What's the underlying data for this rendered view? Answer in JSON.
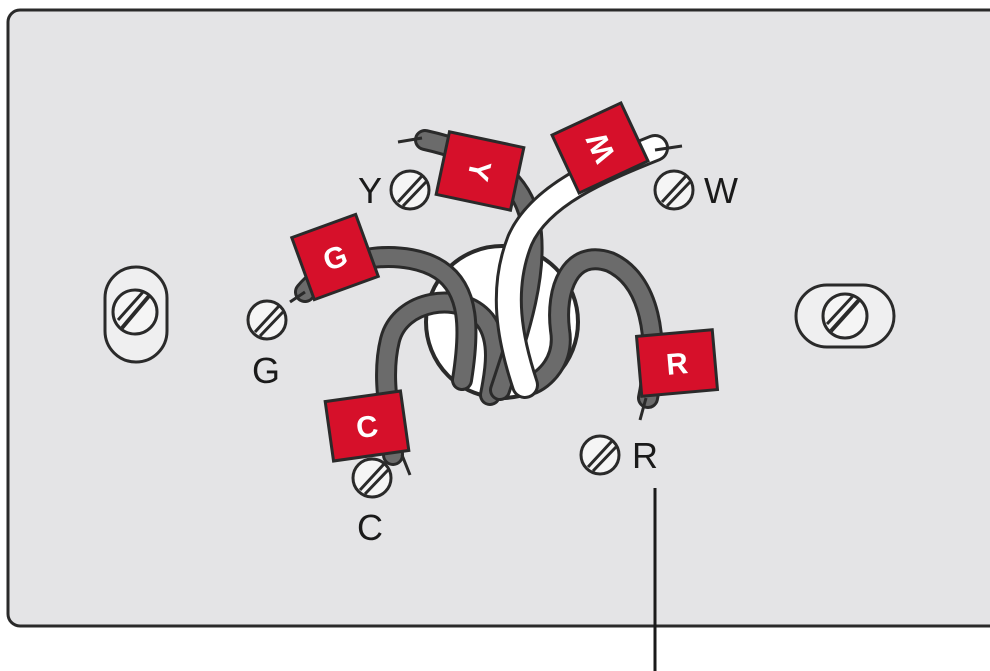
{
  "terminals": {
    "Y": "Y",
    "W": "W",
    "G": "G",
    "C": "C",
    "R": "R"
  },
  "wire_tags": {
    "Y": "Y",
    "W": "W",
    "G": "G",
    "C": "C",
    "R": "R"
  },
  "colors": {
    "plate": "#e4e4e6",
    "outline": "#2a2a2a",
    "tag": "#d6102a",
    "wire_gray": "#6b6b6b",
    "wire_white": "#ffffff"
  }
}
